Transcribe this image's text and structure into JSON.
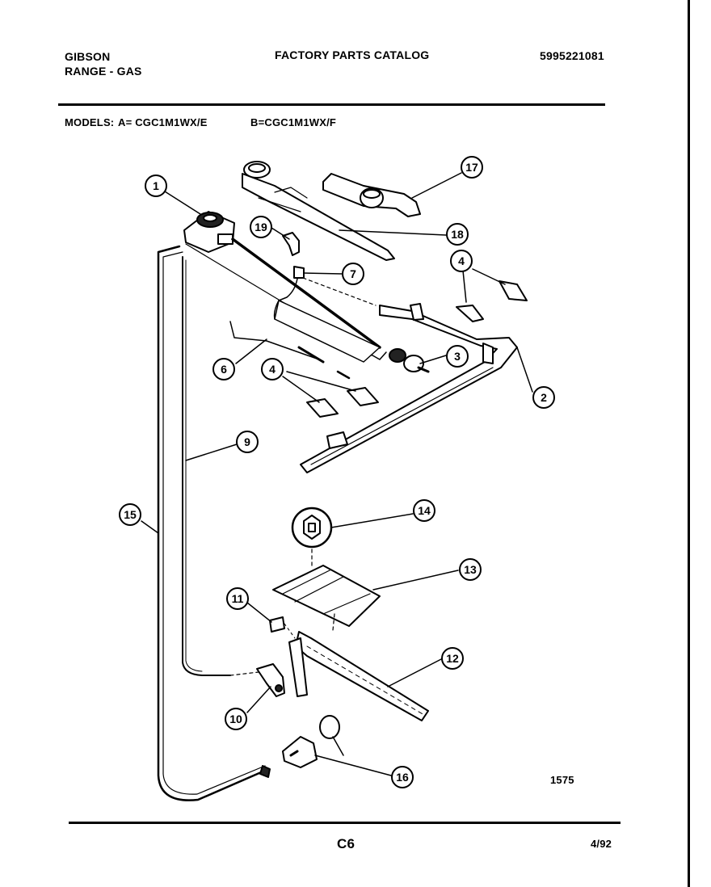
{
  "header": {
    "brand": "GIBSON",
    "product": "RANGE - GAS",
    "catalog_title": "FACTORY PARTS CATALOG",
    "catalog_number": "5995221081"
  },
  "models": {
    "label": "MODELS:",
    "model_a": "A= CGC1M1WX/E",
    "model_b": "B=CGC1M1WX/F"
  },
  "callouts": [
    "1",
    "2",
    "3",
    "4",
    "4",
    "6",
    "7",
    "9",
    "10",
    "11",
    "12",
    "13",
    "14",
    "15",
    "16",
    "17",
    "18",
    "19"
  ],
  "figure_number": "1575",
  "footer": {
    "page_code": "C6",
    "date": "4/92"
  }
}
